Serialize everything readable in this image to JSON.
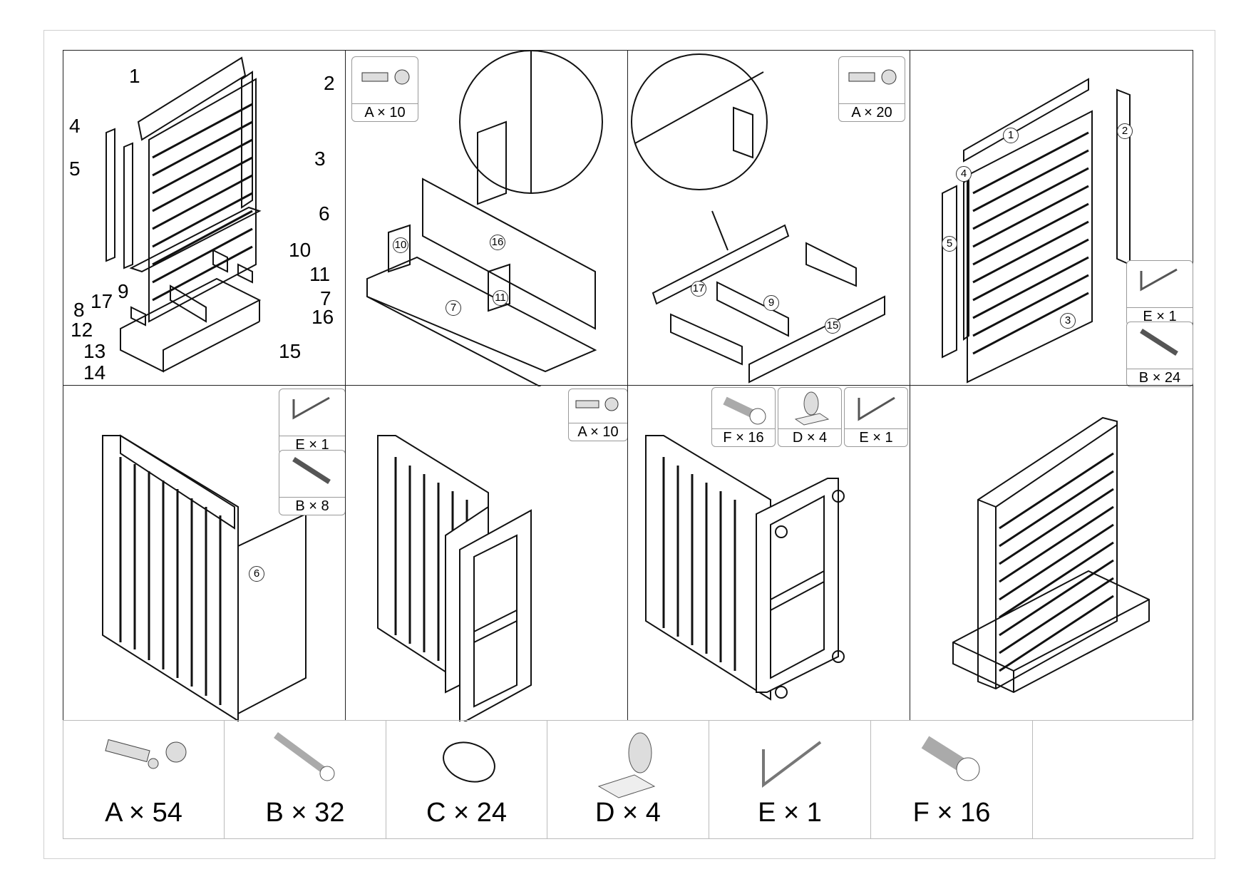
{
  "step1": {
    "part_numbers": [
      "1",
      "2",
      "3",
      "4",
      "5",
      "6",
      "7",
      "8",
      "9",
      "10",
      "11",
      "12",
      "13",
      "14",
      "15",
      "16",
      "17"
    ]
  },
  "step2": {
    "hardware": "A × 10",
    "callouts": [
      "10",
      "16",
      "11",
      "7"
    ]
  },
  "step3": {
    "hardware": "A × 20",
    "callouts": [
      "17",
      "9",
      "15"
    ]
  },
  "step4": {
    "hardware": [
      "E × 1",
      "B × 24"
    ],
    "callouts": [
      "1",
      "2",
      "4",
      "5",
      "3"
    ]
  },
  "step5": {
    "hardware": [
      "E × 1",
      "B × 8"
    ],
    "callouts": [
      "6"
    ]
  },
  "step6": {
    "hardware": "A × 10"
  },
  "step7": {
    "hardware": [
      "F × 16",
      "D × 4",
      "E × 1"
    ]
  },
  "parts_list": [
    {
      "label": "A × 54",
      "icon": "cam-bolt-icon"
    },
    {
      "label": "B × 32",
      "icon": "screw-icon"
    },
    {
      "label": "C × 24",
      "icon": "cap-icon"
    },
    {
      "label": "D × 4",
      "icon": "caster-icon"
    },
    {
      "label": "E × 1",
      "icon": "allen-key-icon"
    },
    {
      "label": "F × 16",
      "icon": "bolt-icon"
    }
  ]
}
